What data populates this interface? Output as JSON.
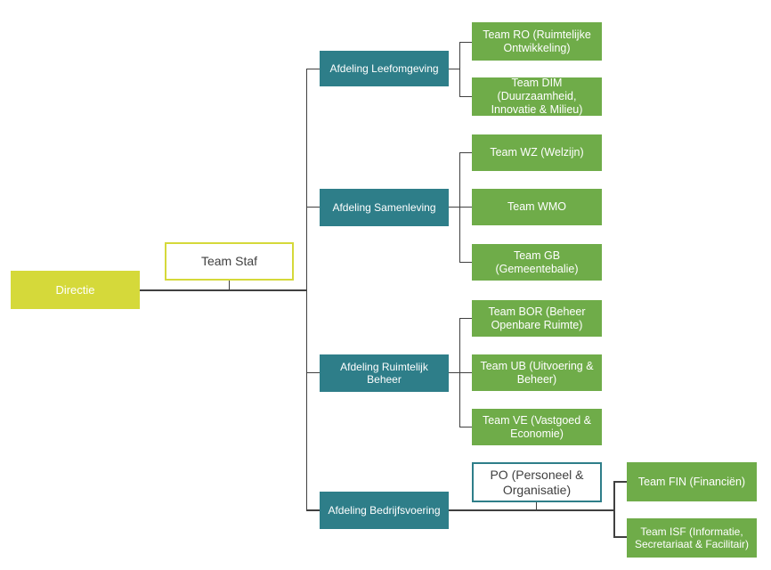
{
  "org_chart": {
    "root": {
      "label": "Directie"
    },
    "staff": {
      "label": "Team Staf"
    },
    "departments": [
      {
        "label": "Afdeling Leefomgeving",
        "teams": [
          {
            "label": "Team RO (Ruimtelijke Ontwikkeling)"
          },
          {
            "label": "Team DIM (Duurzaamheid, Innovatie & Milieu)"
          }
        ]
      },
      {
        "label": "Afdeling Samenleving",
        "teams": [
          {
            "label": "Team WZ (Welzijn)"
          },
          {
            "label": "Team WMO"
          },
          {
            "label": "Team GB (Gemeentebalie)"
          }
        ]
      },
      {
        "label": "Afdeling Ruimtelijk Beheer",
        "teams": [
          {
            "label": "Team BOR (Beheer Openbare Ruimte)"
          },
          {
            "label": "Team UB (Uitvoering & Beheer)"
          },
          {
            "label": "Team VE (Vastgoed & Economie)"
          }
        ]
      },
      {
        "label": "Afdeling Bedrijfsvoering",
        "staff_unit": {
          "label": "PO (Personeel & Organisatie)"
        },
        "teams": [
          {
            "label": "Team FIN (Financiën)"
          },
          {
            "label": "Team ISF (Informatie, Secretariaat & Facilitair)"
          }
        ]
      }
    ]
  },
  "colors": {
    "accent-lime": "#d5d93a",
    "accent-teal": "#2e7e89",
    "accent-green": "#6fac49",
    "line": "#404040",
    "text-light": "#ffffff",
    "text-dark": "#404040",
    "canvas-bg": "#ffffff"
  }
}
